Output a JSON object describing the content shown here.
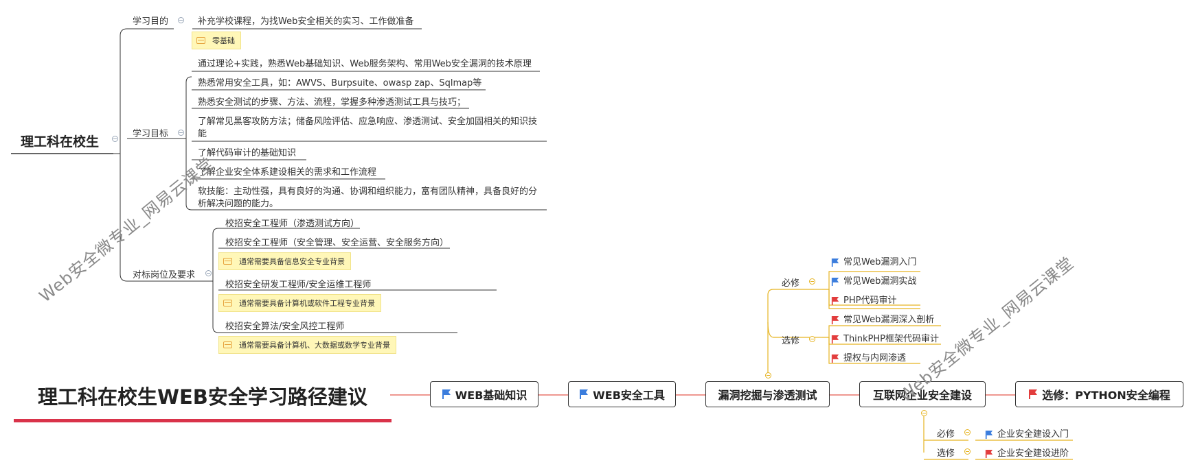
{
  "main_title": "理工科在校生WEB安全学习路径建议",
  "topic": "理工科在校生",
  "branches": {
    "purpose": {
      "label": "学习目的",
      "text": "补充学校课程，为找Web安全相关的实习、工作做准备",
      "note": "零基础"
    },
    "goals": {
      "label": "学习目标",
      "items": [
        "通过理论+实践，熟悉Web基础知识、Web服务架构、常用Web安全漏洞的技术原理",
        "熟悉常用安全工具，如：AWVS、Burpsuite、owasp zap、Sqlmap等",
        "熟悉安全测试的步骤、方法、流程，掌握多种渗透测试工具与技巧；",
        "了解常见黑客攻防方法；储备风险评估、应急响应、渗透测试、安全加固相关的知识技",
        "能",
        "了解代码审计的基础知识",
        "了解企业安全体系建设相关的需求和工作流程",
        "软技能：主动性强，具有良好的沟通、协调和组织能力，富有团队精神，具备良好的分",
        "析解决问题的能力。"
      ]
    },
    "positions": {
      "label": "对标岗位及要求",
      "items": [
        "校招安全工程师（渗透测试方向）",
        "校招安全工程师（安全管理、安全运营、安全服务方向）",
        "通常需要具备信息安全专业背景",
        "校招安全研发工程师/安全运维工程师",
        "通常需要具备计算机或软件工程专业背景",
        "校招安全算法/安全风控工程师",
        "通常需要具备计算机、大数据或数学专业背景"
      ]
    }
  },
  "path_nodes": [
    {
      "label": "WEB基础知识",
      "flag": "blue"
    },
    {
      "label": "WEB安全工具",
      "flag": "blue"
    },
    {
      "label": "漏洞挖掘与渗透测试",
      "flag": ""
    },
    {
      "label": "互联网企业安全建设",
      "flag": ""
    },
    {
      "label": "选修：PYTHON安全编程",
      "flag": "red"
    }
  ],
  "vuln_group": {
    "required_label": "必修",
    "required": [
      {
        "label": "常见Web漏洞入门",
        "flag": "blue"
      },
      {
        "label": "常见Web漏洞实战",
        "flag": "blue"
      },
      {
        "label": "PHP代码审计",
        "flag": "red"
      }
    ],
    "elective_label": "选修",
    "elective": [
      {
        "label": "常见Web漏洞深入剖析",
        "flag": "red"
      },
      {
        "label": "ThinkPHP框架代码审计",
        "flag": "red"
      },
      {
        "label": "提权与内网渗透",
        "flag": "red"
      }
    ]
  },
  "enterprise_group": {
    "required_label": "必修",
    "required": [
      {
        "label": "企业安全建设入门",
        "flag": "blue"
      }
    ],
    "elective_label": "选修",
    "elective": [
      {
        "label": "企业安全建设进阶",
        "flag": "red"
      }
    ]
  },
  "watermarks": [
    "Web安全微专业_网易云课堂",
    "Web安全微专业_网易云课堂"
  ],
  "colors": {
    "accent_red": "#d9334a",
    "connector_red": "#e8756b",
    "connector_yellow": "#e6b422",
    "flag_blue": "#3b7ddd",
    "flag_red": "#e23d3d",
    "note_bg": "#fff7b8"
  }
}
